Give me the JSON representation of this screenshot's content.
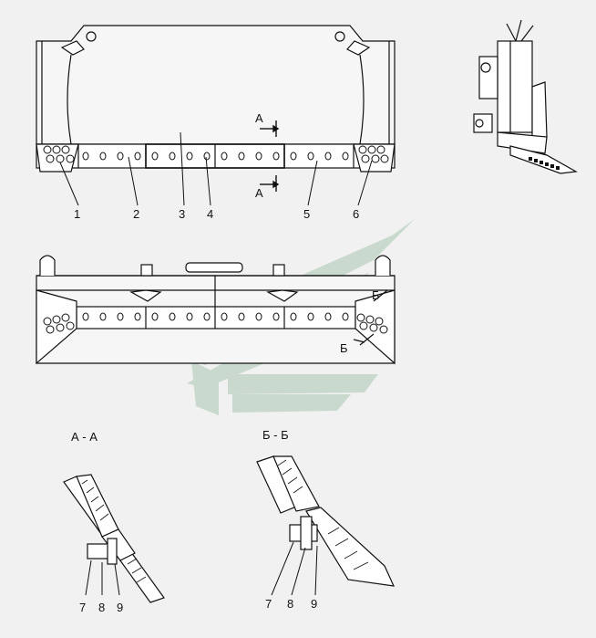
{
  "front_view": {
    "callouts": [
      "1",
      "2",
      "3",
      "4",
      "5",
      "6"
    ],
    "section_mark": "А"
  },
  "rear_view": {
    "section_mark": "Б"
  },
  "section_a": {
    "title": "А - А",
    "callouts": [
      "7",
      "8",
      "9"
    ]
  },
  "section_b": {
    "title": "Б - Б",
    "callouts": [
      "7",
      "8",
      "9"
    ]
  },
  "watermark": {
    "color": "#c9d9cd"
  }
}
